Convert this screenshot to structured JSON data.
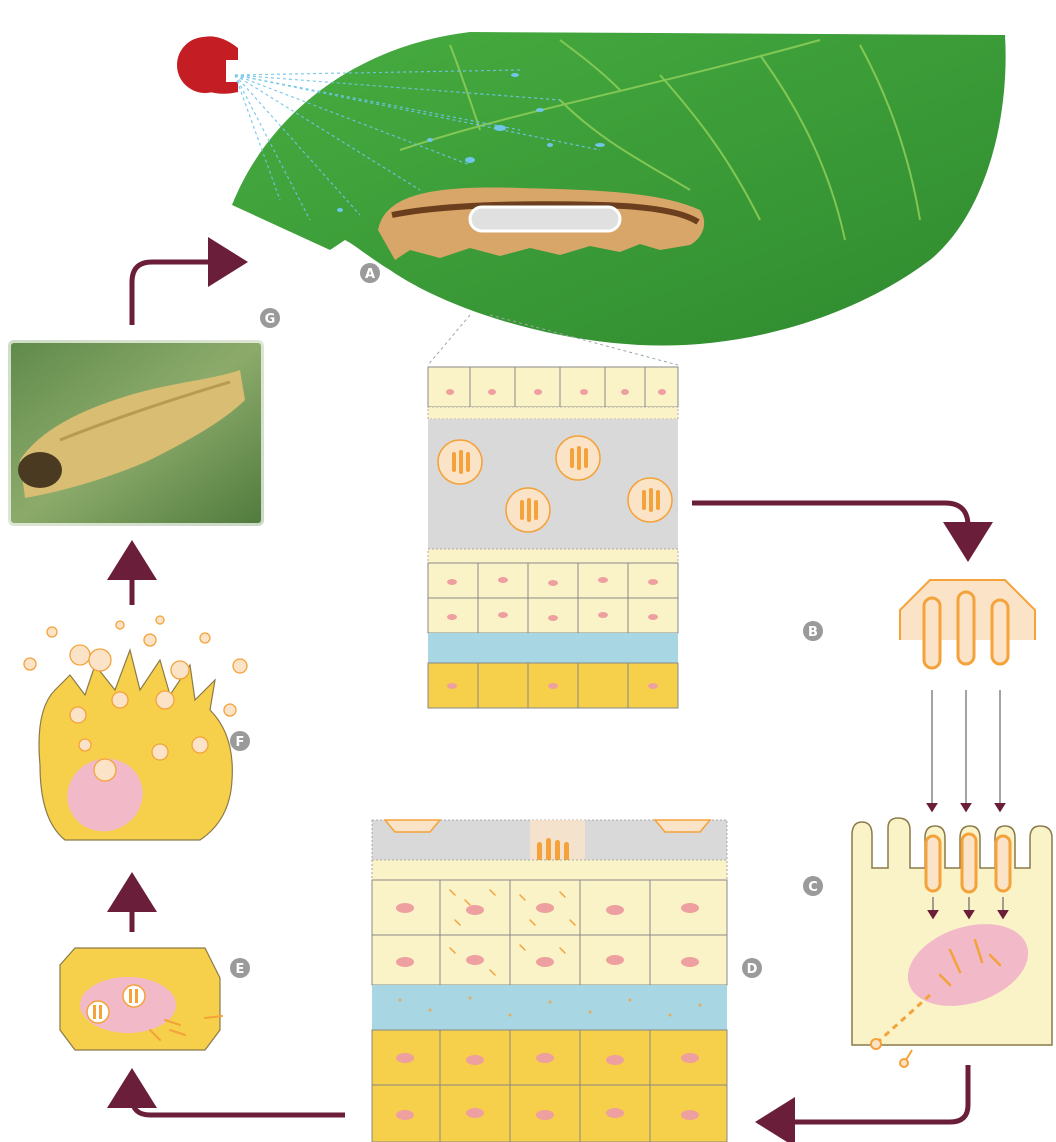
{
  "labels": {
    "a": "A",
    "b": "B",
    "c": "C",
    "d": "D",
    "e": "E",
    "f": "F",
    "g": "G"
  },
  "colors": {
    "leaf": "#3ea43a",
    "leaf_dark": "#2f8a2f",
    "vein": "#8fcf5a",
    "sprayer": "#c41e24",
    "spray": "#6fc6e8",
    "arrow": "#6b1e3a",
    "label_badge": "#9a9a9a",
    "epithelium": "#fbf3c8",
    "lumen": "#d9d9d9",
    "basal_lamina": "#a9d6e3",
    "muscle": "#f6d04a",
    "nucleus": "#ee9f9f",
    "nucleus_pink": "#f2b9c8",
    "crystal": "#f4a23a",
    "larva": "#d9a66a"
  }
}
